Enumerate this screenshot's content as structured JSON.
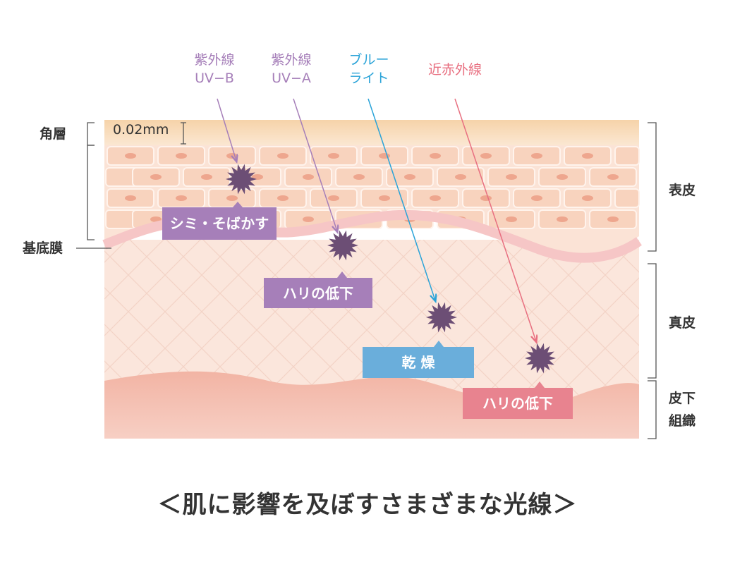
{
  "rays": [
    {
      "name": "uvb",
      "line1": "紫外線",
      "line2": "UV−B",
      "color": "#a67fb9"
    },
    {
      "name": "uva",
      "line1": "紫外線",
      "line2": "UV−A",
      "color": "#a67fb9"
    },
    {
      "name": "blue",
      "line1": "ブルー",
      "line2": "ライト",
      "color": "#2aa3d8"
    },
    {
      "name": "nir",
      "line1": "近赤外線",
      "line2": "",
      "color": "#e86f80"
    }
  ],
  "layers": {
    "stratum_corneum": "角層",
    "thickness": "0.02mm",
    "basement_membrane": "基底膜",
    "epidermis": "表皮",
    "dermis": "真皮",
    "subcutaneous_line1": "皮下",
    "subcutaneous_line2": "組織"
  },
  "effects": {
    "spots": "シミ・そばかす",
    "firmness_uva": "ハリの低下",
    "dryness": "乾 燥",
    "firmness_nir": "ハリの低下"
  },
  "colors": {
    "purple": "#a67fb9",
    "blue": "#6aaedb",
    "pink": "#e8838f",
    "star": "#6c4e75"
  },
  "caption": "＜肌に影響を及ぼすさまざまな光線＞"
}
